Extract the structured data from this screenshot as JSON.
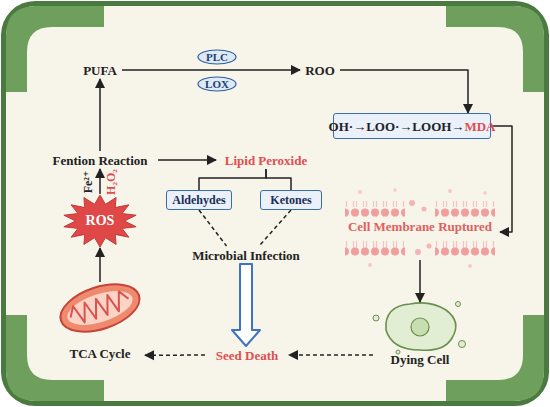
{
  "diagram": {
    "nodes": [
      {
        "text": [
          "PUFA"
        ]
      },
      {
        "text": [
          "PLC"
        ]
      },
      {
        "text": [
          "LOX"
        ]
      },
      {
        "text": [
          "ROO"
        ]
      },
      {
        "text": [
          "Fention Reaction"
        ]
      },
      {
        "text": [
          "Lipid Peroxide"
        ]
      },
      {
        "text": [
          "OH·→LOO·→LOOH→",
          "MDA"
        ]
      },
      {
        "text": [
          "Aldehydes"
        ]
      },
      {
        "text": [
          "Ketones"
        ]
      },
      {
        "text": [
          "Cell Membrane Ruptured"
        ]
      },
      {
        "text": [
          "ROS"
        ]
      },
      {
        "text": [
          "Microbial Infection"
        ]
      },
      {
        "text": [
          "TCA Cycle"
        ]
      },
      {
        "text": [
          "Seed Death"
        ]
      },
      {
        "text": [
          "Dying Cell"
        ]
      }
    ],
    "edges": [
      {
        "from": 0,
        "to": 3,
        "arrow": "to"
      },
      {
        "from": 3,
        "to": 6,
        "arrow": "to"
      },
      {
        "from": 6,
        "to": 9,
        "arrow": "to"
      },
      {
        "from": 4,
        "to": 0,
        "arrow": "to"
      },
      {
        "from": 4,
        "to": 5,
        "arrow": "to"
      },
      {
        "from": 5,
        "to": 7,
        "arrow": "none"
      },
      {
        "from": 5,
        "to": 8,
        "arrow": "none"
      },
      {
        "from": 7,
        "to": 11,
        "arrow": "none"
      },
      {
        "from": 8,
        "to": 11,
        "arrow": "none"
      },
      {
        "from": 11,
        "to": 13,
        "arrow": "to"
      },
      {
        "from": 9,
        "to": 14,
        "arrow": "to"
      },
      {
        "from": 14,
        "to": 13,
        "arrow": "to"
      },
      {
        "from": 13,
        "to": 12,
        "arrow": "to"
      },
      {
        "from": 12,
        "to": 10,
        "arrow": "to"
      },
      {
        "from": 10,
        "to": 4,
        "arrow": "to"
      }
    ],
    "labels": [
      "Fe²⁺",
      "H₂O₂"
    ]
  }
}
